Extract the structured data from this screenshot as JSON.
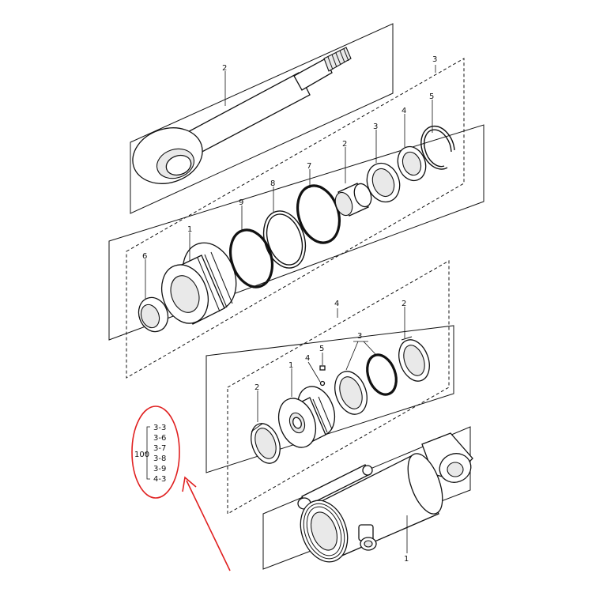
{
  "diagram": {
    "callouts": {
      "piston_rod": "2",
      "gland_assembly": "3",
      "gland_body": "1",
      "gland_bushing": "2",
      "gland_seal": "3",
      "gland_wiper": "4",
      "gland_snap_ring": "5",
      "gland_backup_ring": "6",
      "gland_oring_7": "7",
      "gland_ring_8": "8",
      "gland_oring_9": "9",
      "piston_assembly": "4",
      "piston_body": "1",
      "piston_wear_ring_left": "2",
      "piston_wear_ring_right": "2",
      "piston_seal": "3",
      "piston_ball": "4",
      "piston_set_screw": "5",
      "cylinder_tube": "1"
    },
    "kit": {
      "number": "100",
      "items": [
        "3-3",
        "3-6",
        "3-7",
        "3-8",
        "3-9",
        "4-3"
      ]
    },
    "colors": {
      "highlight": "#e02020",
      "line": "#111111"
    }
  }
}
